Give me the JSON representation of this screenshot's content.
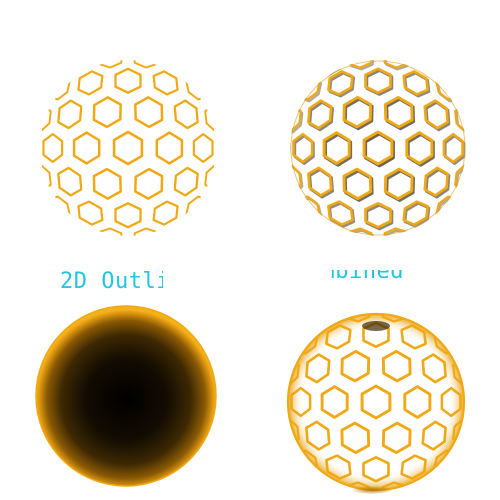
{
  "labels": {
    "outline": "2D Outli",
    "combined": "Combined"
  },
  "panels": [
    {
      "name": "flat-outline-honeycomb-sphere",
      "style": "flat-outline"
    },
    {
      "name": "shaded-honeycomb-sphere",
      "style": "shaded-bevel"
    },
    {
      "name": "dark-glow-sphere",
      "style": "radial-glow"
    },
    {
      "name": "combined-honeycomb-sphere",
      "style": "combined"
    }
  ],
  "colors": {
    "honeycomb": "#f0a814",
    "honeycomb_dark": "#b87c06",
    "label": "#22c6e2",
    "background": "#ffffff"
  }
}
